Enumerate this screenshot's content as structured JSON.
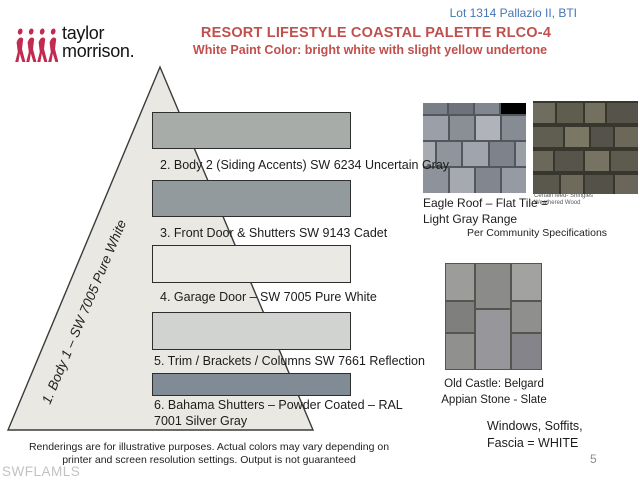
{
  "header": {
    "lot_label": "Lot 1314 Pallazio II, BTI",
    "lot_color": "#4576b5",
    "title": "RESORT LIFESTYLE COASTAL PALETTE RLCO-4",
    "subtitle": "White Paint Color: bright white with slight yellow undertone",
    "title_color": "#c0504d",
    "logo": {
      "line1": "taylor",
      "line2": "morrison.",
      "brand_color": "#c22a50",
      "icon": "walking-figures-icon"
    }
  },
  "palette": {
    "body1_label": "1. Body 1 – SW 7005 Pure White",
    "triangle_fill": "#e9e8e2",
    "swatches": [
      {
        "label": "2. Body 2 (Siding Accents) SW 6234 Uncertain Gray",
        "color": "#a7aca9"
      },
      {
        "label": "3. Front Door & Shutters SW 9143 Cadet",
        "color": "#939a9e"
      },
      {
        "label": "4. Garage Door – SW 7005 Pure White",
        "color": "#ebe9e4"
      },
      {
        "label": "5. Trim / Brackets / Columns SW 7661 Reflection",
        "color": "#d1d3d0"
      },
      {
        "label": "6. Bahama Shutters – Powder Coated – RAL 7001 Silver Gray",
        "color": "#818b95"
      }
    ]
  },
  "materials": {
    "roof_tile": {
      "caption_line1": "Eagle Roof – Flat Tile =",
      "caption_line2": "Light Gray Range"
    },
    "shingles": {
      "caption_line1": "CertainTeed- Shingles",
      "caption_line2": "Weathered Wood"
    },
    "spec_note": "Per Community Specifications",
    "stone": {
      "caption_line1": "Old Castle: Belgard",
      "caption_line2": "Appian Stone - Slate"
    },
    "windows_note_line1": "Windows, Soffits,",
    "windows_note_line2": "Fascia = WHITE"
  },
  "footer": {
    "disclaimer_line1": "Renderings are for illustrative purposes. Actual colors may vary depending on",
    "disclaimer_line2": "printer and screen resolution settings. Output is not guaranteed",
    "watermark": "SWFLAMLS",
    "page_number": "5"
  }
}
